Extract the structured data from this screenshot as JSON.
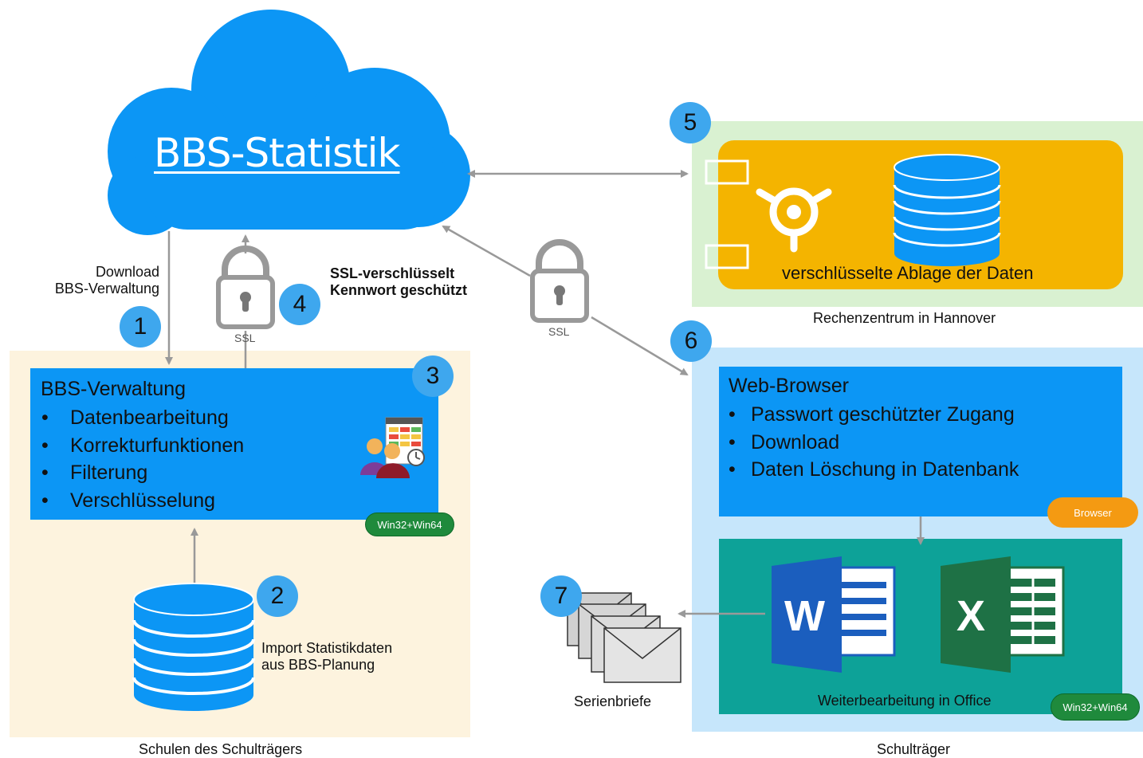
{
  "cloud": {
    "title": "BBS-Statistik"
  },
  "labels": {
    "download_line1": "Download",
    "download_line2": "BBS-Verwaltung",
    "ssl_line1": "SSL-verschlüsselt",
    "ssl_line2": "Kennwort geschützt",
    "import_line1": "Import Statistikdaten",
    "import_line2": "aus BBS-Planung",
    "serienbriefe": "Serienbriefe",
    "ssl_lock": "SSL"
  },
  "numbers": [
    "1",
    "2",
    "3",
    "4",
    "5",
    "6",
    "7"
  ],
  "verwaltung": {
    "title": "BBS-Verwaltung",
    "items": [
      "Datenbearbeitung",
      "Korrekturfunktionen",
      "Filterung",
      "Verschlüsselung"
    ],
    "badge": "Win32+Win64"
  },
  "rechenzentrum": {
    "storage": "verschlüsselte Ablage der Daten",
    "caption": "Rechenzentrum in Hannover"
  },
  "webbrowser": {
    "title": "Web-Browser",
    "items": [
      "Passwort geschützter Zugang",
      "Download",
      "Daten Löschung in Datenbank"
    ],
    "badge": "Browser"
  },
  "office": {
    "caption": "Weiterbearbeitung in Office",
    "badge": "Win32+Win64",
    "word_letter": "W",
    "excel_letter": "X"
  },
  "regions": {
    "schulen": "Schulen des Schulträgers",
    "schultraeger": "Schulträger"
  },
  "colors": {
    "cloud": "#0c96f5",
    "box_blue": "#0c96f5",
    "badge_green": "#1f8a3c",
    "badge_orange": "#f49a12",
    "storage_orange": "#f4b400",
    "office_teal": "#0da298",
    "number_circle": "#3ea7ee"
  }
}
